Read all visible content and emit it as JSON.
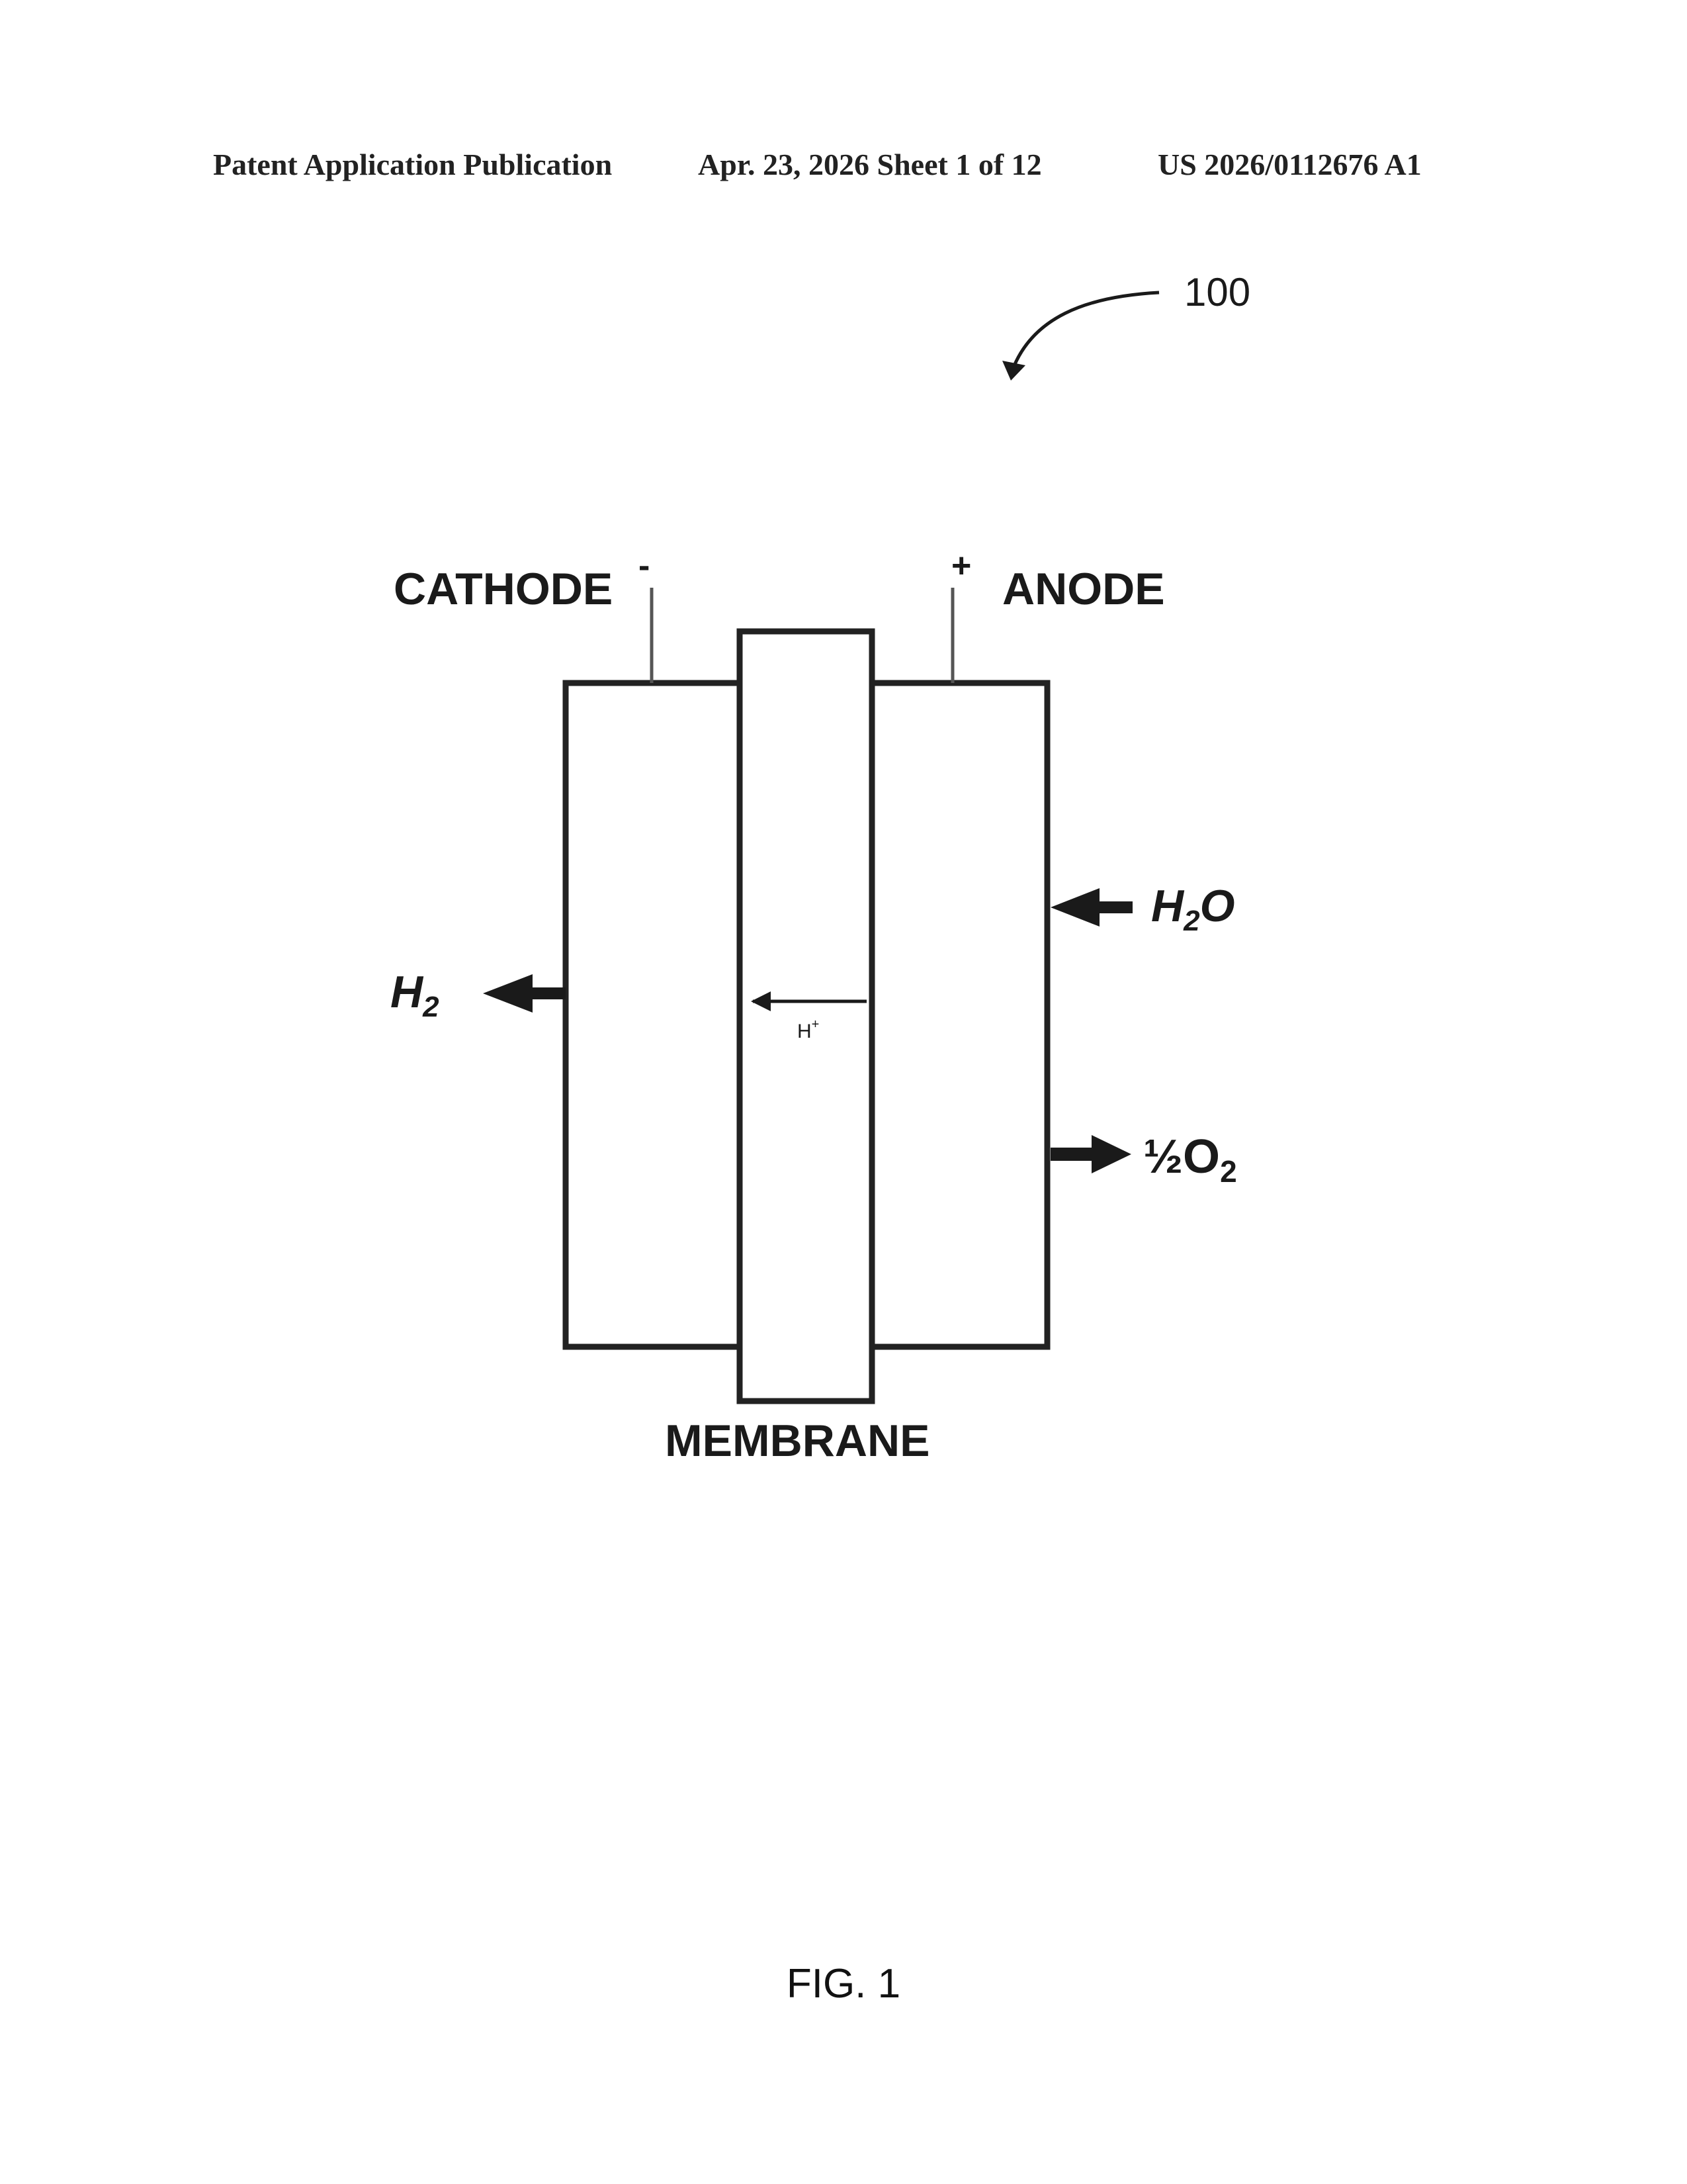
{
  "header": {
    "publication": "Patent Application Publication",
    "date_sheet": "Apr. 23, 2026  Sheet 1 of 12",
    "number": "US 2026/0112676 A1"
  },
  "figure": {
    "reference": "100",
    "cathode": "CATHODE",
    "cathode_sign": "-",
    "anode": "ANODE",
    "anode_sign": "+",
    "membrane": "MEMBRANE",
    "proton": "H",
    "proton_charge": "+",
    "h2_base": "H",
    "h2_sub": "2",
    "h2o_base": "H",
    "h2o_sub": "2",
    "h2o_tail": "O",
    "o2_half": "½",
    "o2_base": "O",
    "o2_sub": "2"
  },
  "caption": "FIG. 1"
}
